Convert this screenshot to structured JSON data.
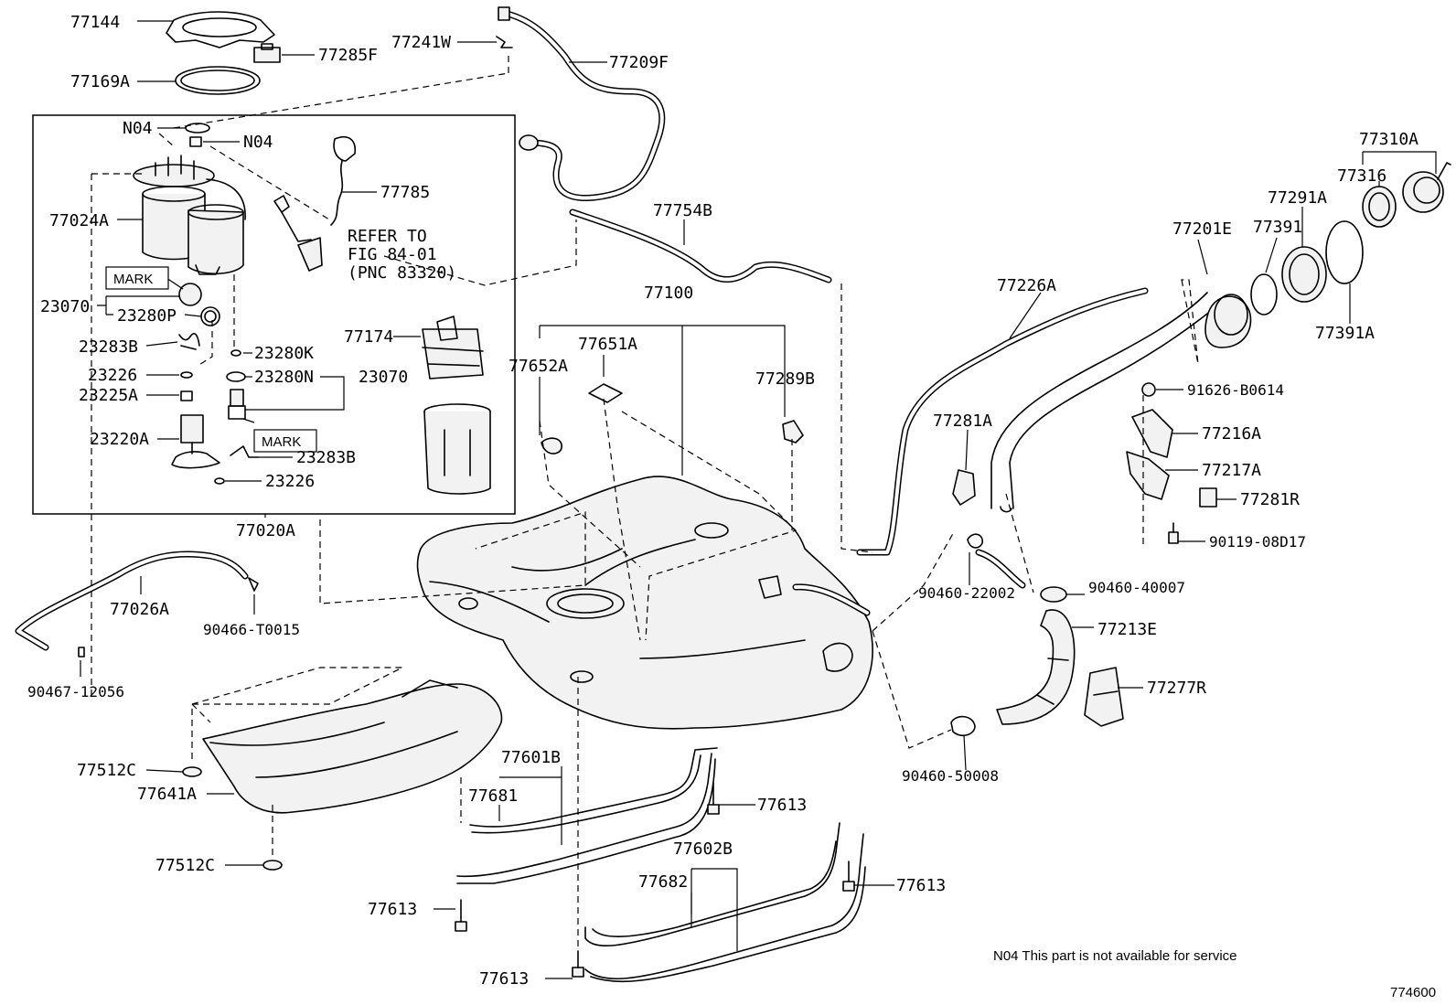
{
  "labels": {
    "p77144": "77144",
    "p77285F": "77285F",
    "p77241W": "77241W",
    "p77209F": "77209F",
    "p77169A": "77169A",
    "n04a": "N04",
    "n04b": "N04",
    "p77785": "77785",
    "p77024A": "77024A",
    "refer1": "REFER TO",
    "refer2": "FIG 84-01",
    "refer3": "(PNC 83320)",
    "mark1": "MARK",
    "p23070a": "23070",
    "p23280P": "23280P",
    "p23283Ba": "23283B",
    "p23226a": "23226",
    "p23225A": "23225A",
    "p23220A": "23220A",
    "p23280K": "23280K",
    "p23280N": "23280N",
    "p23070b": "23070",
    "mark2": "MARK",
    "p23283Bb": "23283B",
    "p23226b": "23226",
    "p77174": "77174",
    "p77020A": "77020A",
    "p77026A": "77026A",
    "p90466": "90466-T0015",
    "p90467": "90467-12056",
    "p77754B": "77754B",
    "p77100": "77100",
    "p77651A": "77651A",
    "p77652A": "77652A",
    "p77289B": "77289B",
    "p77226A": "77226A",
    "p77201E": "77201E",
    "p77391": "77391",
    "p77291A": "77291A",
    "p77316": "77316",
    "p77310A": "77310A",
    "p77391A": "77391A",
    "p91626": "91626-B0614",
    "p77216A": "77216A",
    "p77217A": "77217A",
    "p77281R": "77281R",
    "p90119": "90119-08D17",
    "p77281A": "77281A",
    "p90460_22002": "90460-22002",
    "p90460_40007": "90460-40007",
    "p77213E": "77213E",
    "p77277R": "77277R",
    "p90460_50008": "90460-50008",
    "p77512Ca": "77512C",
    "p77641A": "77641A",
    "p77512Cb": "77512C",
    "p77601B": "77601B",
    "p77681": "77681",
    "p77613a": "77613",
    "p77602B": "77602B",
    "p77682": "77682",
    "p77613b": "77613",
    "p77613c": "77613",
    "p77613d": "77613",
    "note": "N04 This part is not available for service",
    "figure_no": "774600"
  },
  "icons": {
    "fuel_tank": "fuel-tank-icon",
    "fuel_pump": "fuel-pump-icon",
    "filler_neck": "filler-neck-icon",
    "fuel_cap": "fuel-cap-icon"
  }
}
